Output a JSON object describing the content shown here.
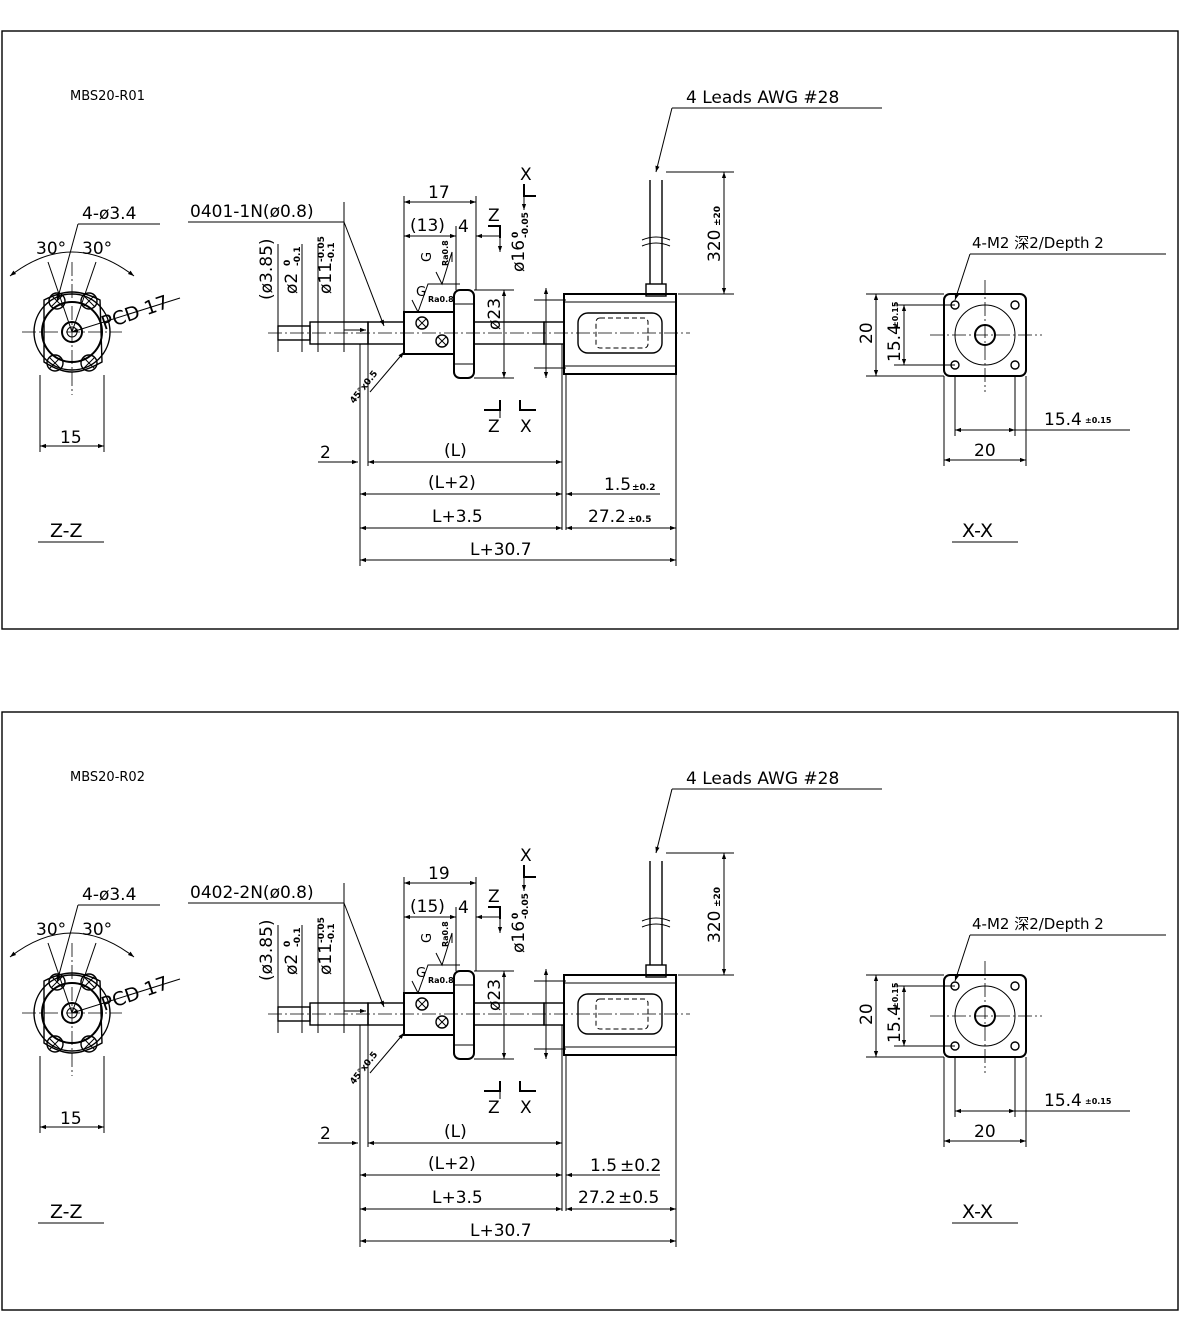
{
  "panels": [
    {
      "model": "MBS20-R01",
      "leads": "4 Leads AWG #28",
      "holes": "4-ø3.4",
      "angle_left": "30°",
      "angle_right": "30°",
      "pcd": "PCD 17",
      "zz_width": "15",
      "zz_label": "Z-Z",
      "screw_spec": "0401-1N(ø0.8)",
      "dia_385": "(ø3.85)",
      "dia_2": "ø2",
      "dia_2_tol_up": "0",
      "dia_2_tol_dn": "-0.1",
      "dia_11": "ø11",
      "dia_11_tol_up": "-0.05",
      "dia_11_tol_dn": "-0.1",
      "nut_length": "17",
      "nut_inner": "(13)",
      "flange_thk": "4",
      "sec_z_top": "Z",
      "sec_x_top": "X",
      "dia_16": "ø16",
      "dia_16_tol_up": "0",
      "dia_16_tol_dn": "-0.05",
      "dia_23": "ø23",
      "g_mark_1": "G",
      "g_mark_2": "G",
      "ra_1": "Ra0.8",
      "ra_2": "Ra0.8",
      "chamfer": "45°x0.5",
      "lead_length": "320",
      "lead_tol": "±20",
      "sec_z_bottom": "Z",
      "sec_x_bottom": "X",
      "dim_2": "2",
      "dim_L": "(L)",
      "dim_L2": "(L+2)",
      "dim_L35": "L+3.5",
      "dim_L307": "L+30.7",
      "dim_15": "1.5",
      "dim_15_tol": "±0.2",
      "dim_272": "27.2",
      "dim_272_tol": "±0.5",
      "m2_spec": "4-M2 深2/Depth 2",
      "xx_height": "20",
      "xx_inner_h": "15.4",
      "xx_inner_h_tol": "±0.15",
      "xx_inner_w": "15.4",
      "xx_inner_w_tol": "±0.15",
      "xx_width": "20",
      "xx_label": "X-X"
    },
    {
      "model": "MBS20-R02",
      "leads": "4 Leads AWG #28",
      "holes": "4-ø3.4",
      "angle_left": "30°",
      "angle_right": "30°",
      "pcd": "PCD 17",
      "zz_width": "15",
      "zz_label": "Z-Z",
      "screw_spec": "0402-2N(ø0.8)",
      "dia_385": "(ø3.85)",
      "dia_2": "ø2",
      "dia_2_tol_up": "0",
      "dia_2_tol_dn": "-0.1",
      "dia_11": "ø11",
      "dia_11_tol_up": "-0.05",
      "dia_11_tol_dn": "-0.1",
      "nut_length": "19",
      "nut_inner": "(15)",
      "flange_thk": "4",
      "sec_z_top": "Z",
      "sec_x_top": "X",
      "dia_16": "ø16",
      "dia_16_tol_up": "0",
      "dia_16_tol_dn": "-0.05",
      "dia_23": "ø23",
      "g_mark_1": "G",
      "g_mark_2": "G",
      "ra_1": "Ra0.8",
      "ra_2": "Ra0.8",
      "chamfer": "45°x0.5",
      "lead_length": "320",
      "lead_tol": "±20",
      "sec_z_bottom": "Z",
      "sec_x_bottom": "X",
      "dim_2": "2",
      "dim_L": "(L)",
      "dim_L2": "(L+2)",
      "dim_L35": "L+3.5",
      "dim_L307": "L+30.7",
      "dim_15": "1.5",
      "dim_15_tol": "±0.2",
      "dim_272": "27.2",
      "dim_272_tol": "±0.5",
      "m2_spec": "4-M2 深2/Depth 2",
      "xx_height": "20",
      "xx_inner_h": "15.4",
      "xx_inner_h_tol": "±0.15",
      "xx_inner_w": "15.4",
      "xx_inner_w_tol": "±0.15",
      "xx_width": "20",
      "xx_label": "X-X"
    }
  ]
}
